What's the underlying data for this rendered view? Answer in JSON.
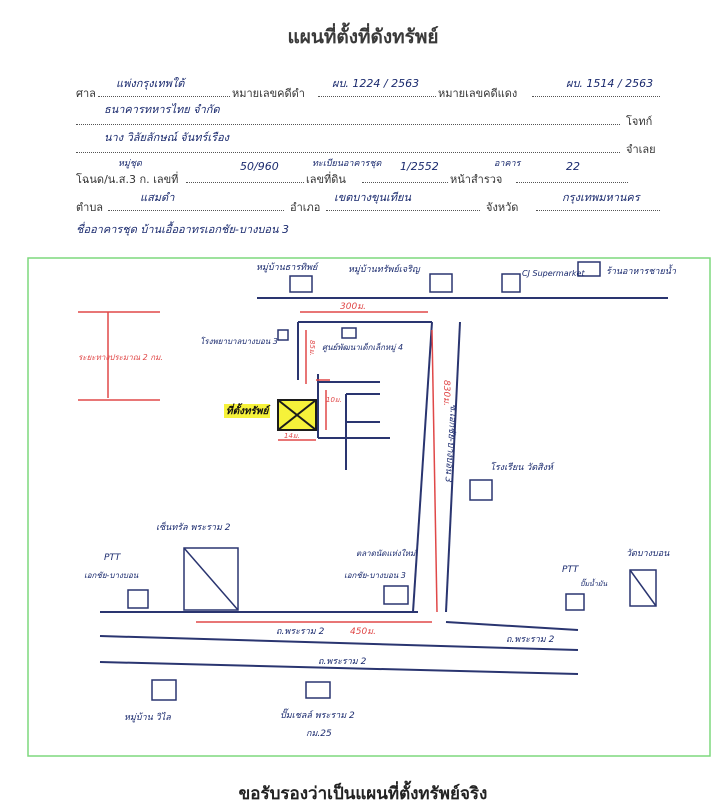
{
  "title": "แผนที่ตั้งที่ดังทรัพย์",
  "form": {
    "court_label": "ศาล",
    "court_value": "แพ่งกรุงเทพใต้",
    "black_case_label": "หมายเลขคดีดำ",
    "black_case_value": "ผบ. 1224 / 2563",
    "red_case_label": "หมายเลขคดีแดง",
    "red_case_value": "ผบ. 1514 / 2563",
    "plaintiff_value": "ธนาคารทหารไทย จำกัด",
    "plaintiff_label": "โจทก์",
    "defendant_value": "นาง วิลัยลักษณ์  จันทร์เรือง",
    "defendant_label": "จำเลย",
    "deed_label": "โฉนด/น.ส.3 ก. เลขที่",
    "deed_type_value": "หมู่ชุด",
    "deed_number_value": "50/960",
    "land_no_label": "เลขที่ดิน",
    "land_no_caption": "ทะเบียนอาคารชุด",
    "land_no_value": "1/2552",
    "survey_label": "หน้าสำรวจ",
    "survey_caption": "อาคาร",
    "survey_value": "22",
    "subdistrict_label": "ตำบล",
    "subdistrict_value": "แสมดำ",
    "district_label": "อำเภอ",
    "district_value": "เขตบางขุนเทียน",
    "province_label": "จังหวัด",
    "province_value": "กรุงเทพมหานคร",
    "condo_value": "ชื่ออาคารชุด  บ้านเอื้ออาทรเอกชัย-บางบอน 3"
  },
  "map": {
    "north_road": "ซ.เอกชัย-บางบอน 3",
    "top_label_1": "หมู่บ้านธารทิพย์",
    "top_label_2": "หมู่บ้านทรัพย์เจริญ",
    "top_label_3": "CJ Supermarket",
    "top_label_4": "ร้านอาหารชายน้ำ",
    "dist_300": "300ม.",
    "dist_830": "830ม.",
    "dist_450": "450ม.",
    "dist_85": "85ม.",
    "dist_10": "10ม.",
    "dist_14": "14ม.",
    "scale_label": "ระยะทางประมาณ 2 กม.",
    "building_left": "โรงพยาบาลบางบอน 3",
    "building_center": "ศูนย์พัฒนาเด็กเล็กหมู่ 4",
    "property_label": "ที่ตั้งทรัพย์",
    "soi_label": "ซ.เอกชัย-บางบอน 3",
    "school_label": "โรงเรียน วัดสิงห์",
    "center_left": "เซ็นทรัล พระราม 2",
    "ptt_left": "PTT",
    "ptt_left_sub": "เอกชัย-บางบอน",
    "shop_mid": "ตลาดนัดแห่งใหม่",
    "shop_mid_sub": "เอกชัย-บางบอน 3",
    "ptt_right": "PTT",
    "ptt_right_sub": "ปั๊มน้ำมัน",
    "right_shop": "วัดบางบอน",
    "main_road_1": "ถ.พระราม 2",
    "main_road_2": "ถ.พระราม 2",
    "main_road_3": "ถ.พระราม 2",
    "bottom_left": "หมู่บ้าน วิไล",
    "bottom_center": "ปั๊มเชลล์ พระราม 2",
    "bottom_center_sub": "กม.25"
  },
  "footer": "ขอรับรองว่าเป็นแผนที่ตั้งทรัพย์จริง"
}
